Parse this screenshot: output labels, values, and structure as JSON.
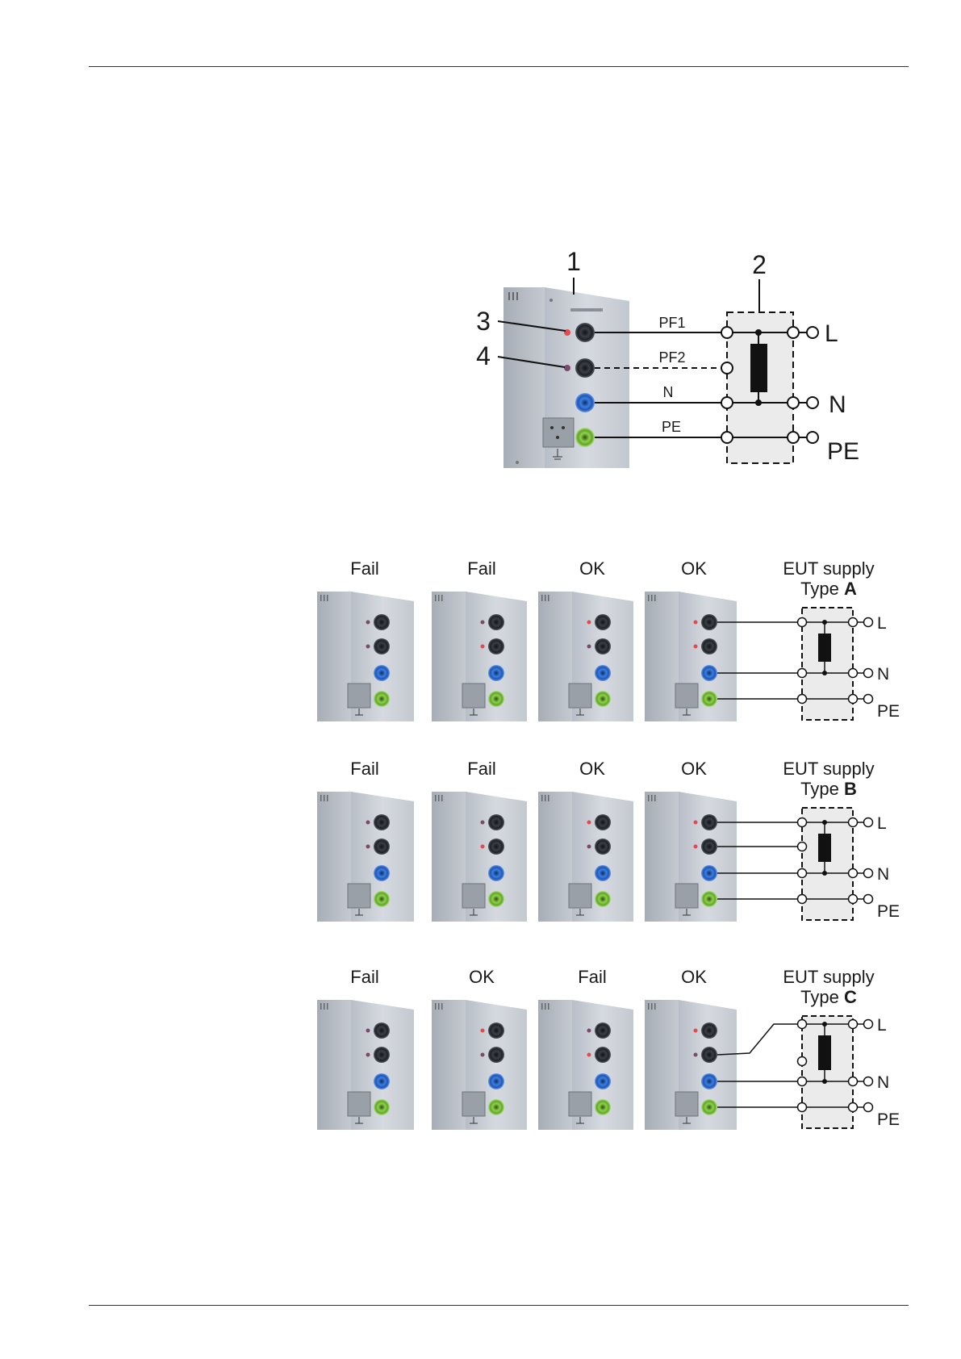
{
  "main_figure": {
    "callouts": [
      "1",
      "2",
      "3",
      "4"
    ],
    "wire_labels": [
      "PF1",
      "PF2",
      "N",
      "PE"
    ],
    "terminals": [
      "L",
      "N",
      "PE"
    ]
  },
  "result_rows": [
    {
      "results": [
        "Fail",
        "Fail",
        "OK",
        "OK"
      ],
      "supply_title": "EUT supply",
      "type_prefix": "Type",
      "type_letter": "A",
      "terminals": [
        "L",
        "N",
        "PE"
      ]
    },
    {
      "results": [
        "Fail",
        "Fail",
        "OK",
        "OK"
      ],
      "supply_title": "EUT supply",
      "type_prefix": "Type",
      "type_letter": "B",
      "terminals": [
        "L",
        "N",
        "PE"
      ]
    },
    {
      "results": [
        "Fail",
        "OK",
        "Fail",
        "OK"
      ],
      "supply_title": "EUT supply",
      "type_prefix": "Type",
      "type_letter": "C",
      "terminals": [
        "L",
        "N",
        "PE"
      ]
    }
  ],
  "colors": {
    "socket_black": "#2a2e33",
    "socket_blue": "#2f6fd0",
    "socket_green": "#7cc23a",
    "panel": "#c9ced6",
    "led_red": "#e5484d",
    "box_fill": "#ebebeb"
  }
}
